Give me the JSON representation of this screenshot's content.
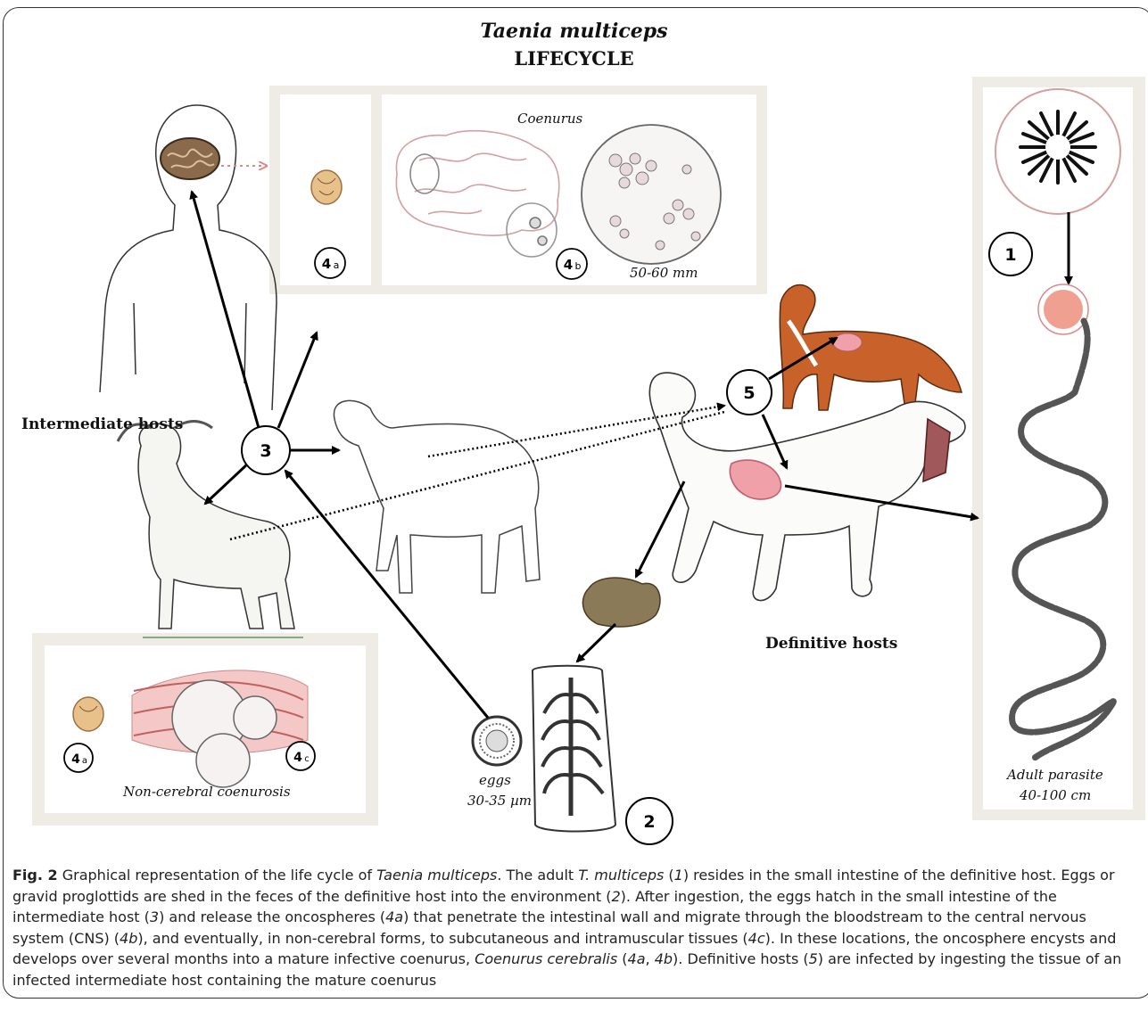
{
  "title": {
    "line1": "Taenia multiceps",
    "line2": "LIFECYCLE"
  },
  "labels": {
    "intermediate_hosts": "Intermediate hosts",
    "definitive_hosts": "Definitive hosts",
    "coenurus": "Coenurus",
    "coenurus_size": "50-60 mm",
    "non_cerebral": "Non-cerebral coenurosis",
    "eggs": "eggs",
    "eggs_size": "30-35 µm",
    "adult_parasite": "Adult parasite",
    "adult_size": "40-100 cm"
  },
  "stage_markers": {
    "m1": "1",
    "m2": "2",
    "m3": "3",
    "m4a_num": "4",
    "m4a_sub": "a",
    "m4b_num": "4",
    "m4b_sub": "b",
    "m4c_num": "4",
    "m4c_sub": "c",
    "m5": "5"
  },
  "caption": {
    "fig_label": "Fig. 2",
    "t1": "  Graphical representation of the life cycle of ",
    "i1": "Taenia multiceps",
    "t2": ". The adult ",
    "i2": "T. multiceps",
    "t3": " (",
    "i3": "1",
    "t4": ") resides in the small intestine of the definitive host. Eggs or gravid proglottids are shed in the feces of the definitive host into the environment (",
    "i4": "2",
    "t5": "). After ingestion, the eggs hatch in the small intestine of the intermediate host (",
    "i5": "3",
    "t6": ") and release the oncospheres (",
    "i6": "4a",
    "t7": ") that penetrate the intestinal wall and migrate through the bloodstream to the central nervous system (CNS) (",
    "i7": "4b",
    "t8": "), and eventually, in non-cerebral forms, to subcutaneous and intramuscular tissues (",
    "i8": "4c",
    "t9": "). In these locations, the oncosphere encysts and develops over several months into a mature infective coenurus, ",
    "i9": "Coenurus cerebralis",
    "t10": " (",
    "i10": "4a",
    "t11": ", ",
    "i11": "4b",
    "t12": "). Definitive hosts (",
    "i12": "5",
    "t13": ") are infected by ingesting the tissue of an infected intermediate host containing the mature coenurus"
  },
  "colors": {
    "panel_border": "#eeece4",
    "cyst_pink": "#e8a5a0",
    "oncosphere": "#e8c08a",
    "dog_intestine": "#f0a0a8",
    "fox": "#c8612a"
  }
}
